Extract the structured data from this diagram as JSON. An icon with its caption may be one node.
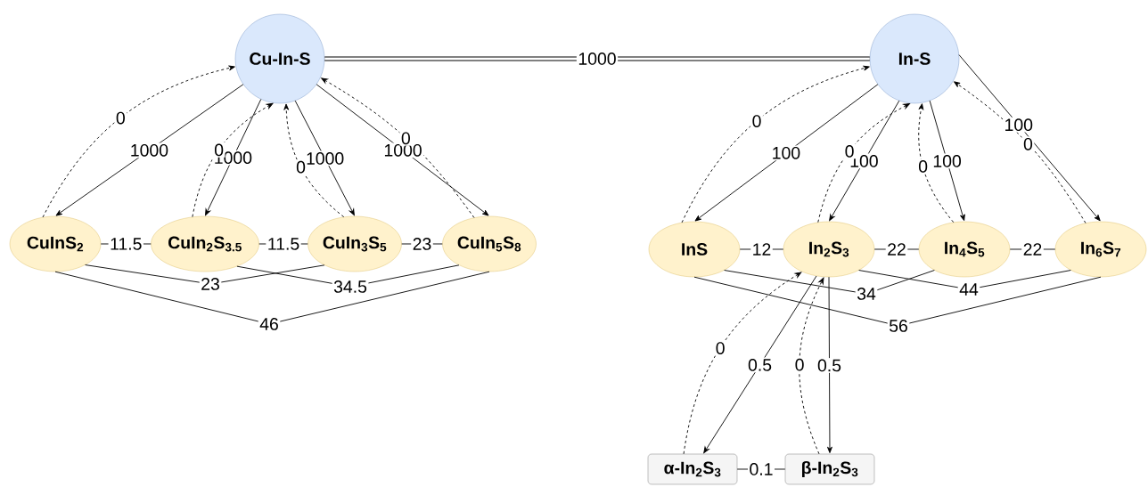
{
  "diagram": {
    "nodes": [
      {
        "text": [
          "Cu-In-S"
        ]
      },
      {
        "text": [
          "CuInS$_{2}$"
        ]
      },
      {
        "text": [
          "CuIn$_{2}$S$_{3.5}$"
        ]
      },
      {
        "text": [
          "CuIn$_{3}$S$_{5}$"
        ]
      },
      {
        "text": [
          "CuIn$_{5}$S$_{8}$"
        ]
      },
      {
        "text": [
          "In-S"
        ]
      },
      {
        "text": [
          "InS"
        ]
      },
      {
        "text": [
          "In$_{2}$S$_{3}$"
        ]
      },
      {
        "text": [
          "In$_{4}$S$_{5}$"
        ]
      },
      {
        "text": [
          "In$_{6}$S$_{7}$"
        ]
      },
      {
        "text": [
          "α-In$_{2}$S$_{3}$"
        ]
      },
      {
        "text": [
          "β-In$_{2}$S$_{3}$"
        ]
      }
    ],
    "edges": [
      {
        "from": 0,
        "to": 5,
        "arrow": "none",
        "label": "1000",
        "style": "thick"
      },
      {
        "from": 0,
        "to": 1,
        "arrow": "to",
        "label": "1000"
      },
      {
        "from": 1,
        "to": 0,
        "arrow": "to",
        "label": "0",
        "style": "dashed"
      },
      {
        "from": 0,
        "to": 2,
        "arrow": "to",
        "label": "1000"
      },
      {
        "from": 2,
        "to": 0,
        "arrow": "to",
        "label": "0",
        "style": "dashed"
      },
      {
        "from": 0,
        "to": 3,
        "arrow": "to",
        "label": "1000"
      },
      {
        "from": 3,
        "to": 0,
        "arrow": "to",
        "label": "0",
        "style": "dashed"
      },
      {
        "from": 0,
        "to": 4,
        "arrow": "to",
        "label": "1000"
      },
      {
        "from": 4,
        "to": 0,
        "arrow": "to",
        "label": "0",
        "style": "dashed"
      },
      {
        "from": 1,
        "to": 2,
        "arrow": "none",
        "label": "11.5"
      },
      {
        "from": 2,
        "to": 3,
        "arrow": "none",
        "label": "11.5"
      },
      {
        "from": 3,
        "to": 4,
        "arrow": "none",
        "label": "23"
      },
      {
        "from": 1,
        "to": 3,
        "arrow": "none",
        "label": "23"
      },
      {
        "from": 2,
        "to": 4,
        "arrow": "none",
        "label": "34.5"
      },
      {
        "from": 1,
        "to": 4,
        "arrow": "none",
        "label": "46"
      },
      {
        "from": 5,
        "to": 6,
        "arrow": "to",
        "label": "100"
      },
      {
        "from": 6,
        "to": 5,
        "arrow": "to",
        "label": "0",
        "style": "dashed"
      },
      {
        "from": 5,
        "to": 7,
        "arrow": "to",
        "label": "100"
      },
      {
        "from": 7,
        "to": 5,
        "arrow": "to",
        "label": "0",
        "style": "dashed"
      },
      {
        "from": 5,
        "to": 8,
        "arrow": "to",
        "label": "100"
      },
      {
        "from": 8,
        "to": 5,
        "arrow": "to",
        "label": "0",
        "style": "dashed"
      },
      {
        "from": 5,
        "to": 9,
        "arrow": "to",
        "label": "100"
      },
      {
        "from": 9,
        "to": 5,
        "arrow": "to",
        "label": "0",
        "style": "dashed"
      },
      {
        "from": 6,
        "to": 7,
        "arrow": "none",
        "label": "12"
      },
      {
        "from": 7,
        "to": 8,
        "arrow": "none",
        "label": "22"
      },
      {
        "from": 8,
        "to": 9,
        "arrow": "none",
        "label": "22"
      },
      {
        "from": 6,
        "to": 8,
        "arrow": "none",
        "label": "34"
      },
      {
        "from": 7,
        "to": 9,
        "arrow": "none",
        "label": "44"
      },
      {
        "from": 6,
        "to": 9,
        "arrow": "none",
        "label": "56"
      },
      {
        "from": 7,
        "to": 10,
        "arrow": "to",
        "label": "0.5"
      },
      {
        "from": 10,
        "to": 7,
        "arrow": "to",
        "label": "0",
        "style": "dashed"
      },
      {
        "from": 7,
        "to": 11,
        "arrow": "to",
        "label": "0.5"
      },
      {
        "from": 11,
        "to": 7,
        "arrow": "to",
        "label": "0",
        "style": "dashed"
      },
      {
        "from": 10,
        "to": 11,
        "arrow": "none",
        "label": "0.1"
      }
    ]
  }
}
